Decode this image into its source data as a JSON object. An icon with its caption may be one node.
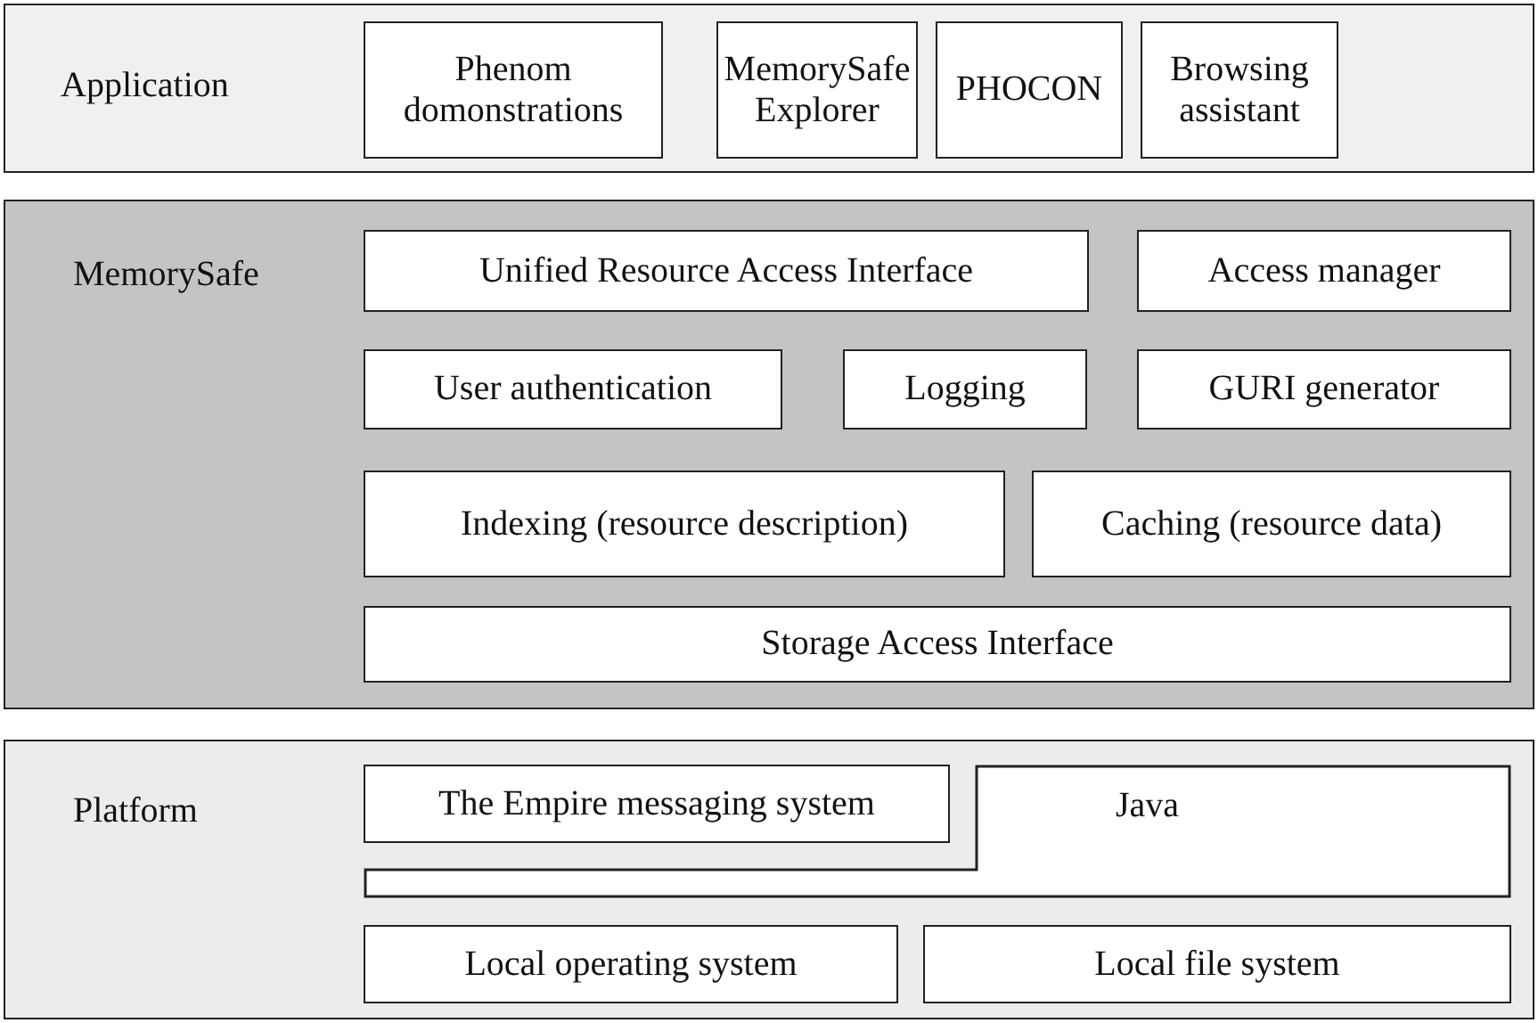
{
  "diagram": {
    "nodes": [
      {
        "text": [
          "Application"
        ]
      },
      {
        "text": [
          "Phenom domonstrations"
        ],
        "in": 0
      },
      {
        "text": [
          "MemorySafe Explorer"
        ],
        "in": 0
      },
      {
        "text": [
          "PHOCON"
        ],
        "in": 0
      },
      {
        "text": [
          "Browsing assistant"
        ],
        "in": 0
      },
      {
        "text": [
          "MemorySafe"
        ]
      },
      {
        "text": [
          "Unified Resource Access Interface"
        ],
        "in": 5
      },
      {
        "text": [
          "Access manager"
        ],
        "in": 5
      },
      {
        "text": [
          "User authentication"
        ],
        "in": 5
      },
      {
        "text": [
          "Logging"
        ],
        "in": 5
      },
      {
        "text": [
          "GURI generator"
        ],
        "in": 5
      },
      {
        "text": [
          "Indexing (resource description)"
        ],
        "in": 5
      },
      {
        "text": [
          "Caching (resource data)"
        ],
        "in": 5
      },
      {
        "text": [
          "Storage Access Interface"
        ],
        "in": 5
      },
      {
        "text": [
          "Platform"
        ]
      },
      {
        "text": [
          "The Empire messaging system"
        ],
        "in": 14
      },
      {
        "text": [
          "Java"
        ],
        "in": 14
      },
      {
        "text": [
          "Local operating system"
        ],
        "in": 14
      },
      {
        "text": [
          "Local file system"
        ],
        "in": 14
      }
    ],
    "edges": []
  }
}
